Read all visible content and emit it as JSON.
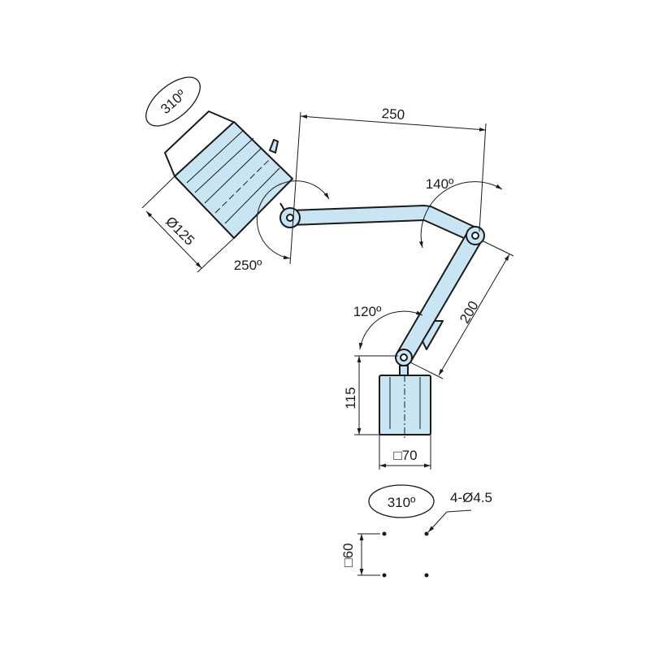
{
  "diagram": {
    "colors": {
      "body_fill": "#c9e5f4",
      "line": "#1a1a1a"
    },
    "labels": {
      "head_rotation": "310º",
      "head_diameter": "Ø125",
      "head_tilt": "250º",
      "upper_arm_length": "250",
      "elbow_angle": "140º",
      "lower_arm_length": "200",
      "base_joint_angle": "120º",
      "base_height": "115",
      "base_width": "□70",
      "base_rotation": "310º",
      "mounting_holes": "4-Ø4.5",
      "hole_spacing": "□60"
    }
  }
}
